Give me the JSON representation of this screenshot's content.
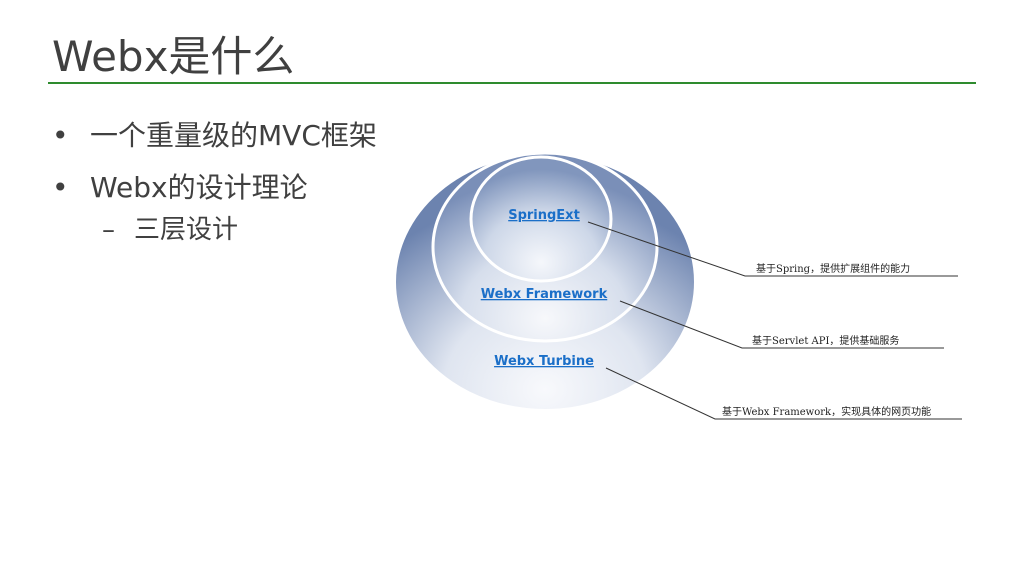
{
  "slide": {
    "title": "Webx是什么"
  },
  "bullets": [
    {
      "text": "一个重量级的MVC框架",
      "marker": "•"
    },
    {
      "text": "Webx的设计理论",
      "marker": "•"
    },
    {
      "text": "三层设计",
      "marker": "–"
    }
  ],
  "diagram": {
    "layers": [
      {
        "label": "SpringExt",
        "callout": "基于Spring，提供扩展组件的能力"
      },
      {
        "label": "Webx Framework",
        "callout": "基于Servlet API，提供基础服务"
      },
      {
        "label": "Webx Turbine",
        "callout": "基于Webx Framework，实现具体的网页功能"
      }
    ],
    "colors": {
      "ring_edge": "#6f86b2",
      "ring_light": "#f6f8fc",
      "label": "#1b6fc8",
      "leader": "#333333",
      "title_rule": "#2e8b2e"
    }
  }
}
